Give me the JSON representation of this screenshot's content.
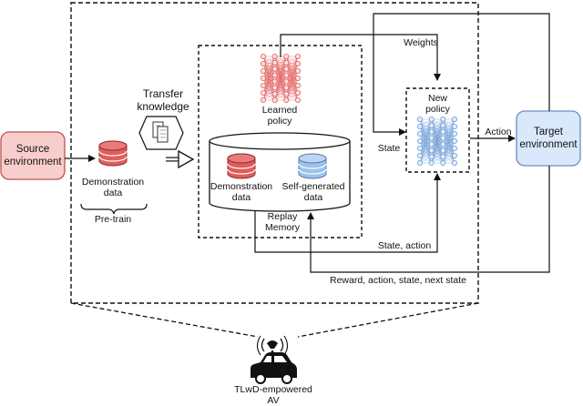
{
  "nodes": {
    "source": {
      "label_line1": "Source",
      "label_line2": "environment",
      "fill": "#f8cecc",
      "stroke": "#b85450"
    },
    "target": {
      "label_line1": "Target",
      "label_line2": "environment",
      "fill": "#dae8fc",
      "stroke": "#6c8ebf"
    },
    "demo_data": {
      "label_line1": "Demonstration",
      "label_line2": "data"
    },
    "pretrain": {
      "label": "Pre-train"
    },
    "transfer": {
      "label_line1": "Transfer",
      "label_line2": "knowledge"
    },
    "learned_policy": {
      "label_line1": "Learned",
      "label_line2": "policy"
    },
    "new_policy": {
      "label_line1": "New",
      "label_line2": "policy"
    },
    "replay": {
      "label_line1": "Replay",
      "label_line2": "Memory",
      "demo_line1": "Demonstration",
      "demo_line2": "data",
      "self_line1": "Self-generated",
      "self_line2": "data"
    },
    "av": {
      "label_line1": "TLwD-empowered",
      "label_line2": "AV"
    }
  },
  "edges": {
    "weights": "Weights",
    "state": "State",
    "action": "Action",
    "state_action": "State, action",
    "reward": "Reward, action, state,  next state"
  },
  "icons": {
    "db_red": "database-red-icon",
    "db_blue": "database-blue-icon",
    "nn_red": "neural-network-red-icon",
    "nn_blue": "neural-network-blue-icon",
    "transfer": "document-transfer-icon",
    "car": "car-icon",
    "antenna": "antenna-icon"
  },
  "colors": {
    "red_accent": "#e05d5d",
    "blue_accent": "#6c8ebf",
    "line": "#111111"
  }
}
